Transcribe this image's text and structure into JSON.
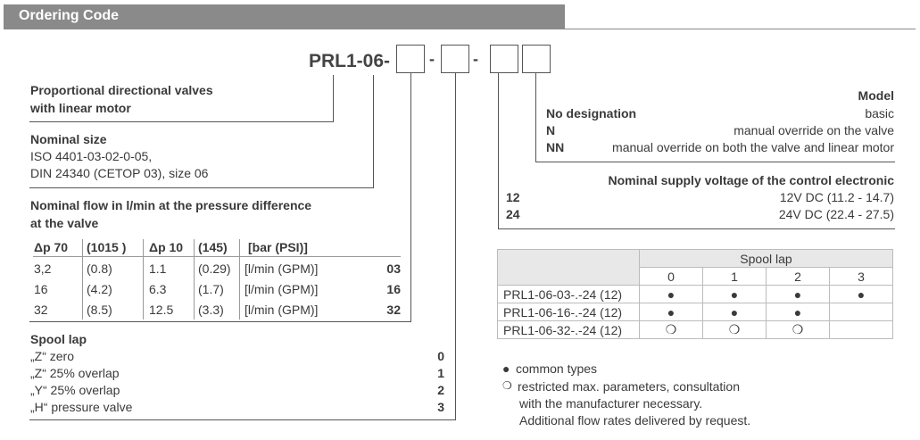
{
  "header": {
    "title": "Ordering Code"
  },
  "code": {
    "prefix": "PRL1-06-",
    "sep1": "-",
    "sep2": "-"
  },
  "description": {
    "line1": "Proportional directional valves",
    "line2": "with linear motor"
  },
  "nominal_size": {
    "title": "Nominal size",
    "line1": "ISO 4401-03-02-0-05,",
    "line2": "DIN 24340 (CETOP 03), size 06"
  },
  "nominal_flow": {
    "title_line1": "Nominal flow in l/min at the pressure difference",
    "title_line2": "at the valve",
    "headers": [
      "Δp 70",
      "(1015 )",
      "Δp 10",
      "(145)",
      "[bar (PSI)]"
    ],
    "rows": [
      {
        "cells": [
          "3,2",
          "(0.8)",
          "1.1",
          "(0.29)",
          "[l/min (GPM)]"
        ],
        "code": "03"
      },
      {
        "cells": [
          "16",
          "(4.2)",
          "6.3",
          "(1.7)",
          "[l/min (GPM)]"
        ],
        "code": "16"
      },
      {
        "cells": [
          "32",
          "(8.5)",
          "12.5",
          "(3.3)",
          "[l/min (GPM)]"
        ],
        "code": "32"
      }
    ]
  },
  "spool_lap": {
    "title": "Spool lap",
    "items": [
      {
        "label": "„Z“ zero",
        "code": "0"
      },
      {
        "label": "„Z“ 25% overlap",
        "code": "1"
      },
      {
        "label": "„Y“ 25% overlap",
        "code": "2"
      },
      {
        "label": "„H“ pressure valve",
        "code": "3"
      }
    ]
  },
  "model": {
    "title": "Model",
    "rows": [
      {
        "code": "No designation",
        "text": "basic"
      },
      {
        "code": "N",
        "text": "manual override on the valve"
      },
      {
        "code": "NN",
        "text": "manual override on both the valve and linear motor"
      }
    ]
  },
  "voltage": {
    "title": "Nominal supply voltage of the control electronic",
    "rows": [
      {
        "code": "12",
        "text": "12V DC (11.2 - 14.7)"
      },
      {
        "code": "24",
        "text": "24V DC (22.4 - 27.5)"
      }
    ]
  },
  "spool_table": {
    "header": "Spool lap",
    "columns": [
      "0",
      "1",
      "2",
      "3"
    ],
    "rows": [
      {
        "label": "PRL1-06-03-.-24 (12)",
        "marks": [
          "●",
          "●",
          "●",
          "●"
        ]
      },
      {
        "label": "PRL1-06-16-.-24 (12)",
        "marks": [
          "●",
          "●",
          "●",
          ""
        ]
      },
      {
        "label": "PRL1-06-32-.-24 (12)",
        "marks": [
          "❍",
          "❍",
          "❍",
          ""
        ]
      }
    ]
  },
  "legend": {
    "filled_symbol": "●",
    "filled_text": "common types",
    "open_symbol": "❍",
    "open_line1": "restricted max. parameters, consultation",
    "open_line2": "with the manufacturer necessary.",
    "open_line3": "Additional flow rates delivered by request."
  }
}
